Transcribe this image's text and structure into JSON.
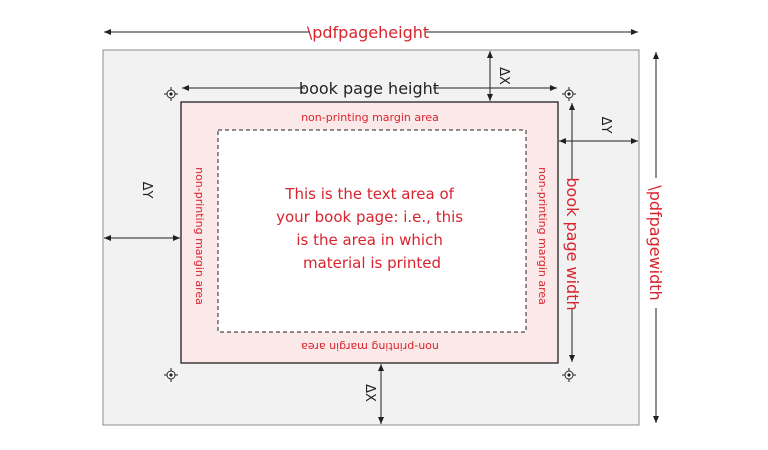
{
  "labels": {
    "pdf_page_height": "\\pdfpageheight",
    "pdf_page_width": "\\pdfpagewidth",
    "book_page_height": "book page height",
    "book_page_width": "book page width",
    "margin_top": "non-printing margin area",
    "margin_bottom": "non-printing margin area",
    "margin_left": "non-printing margin area",
    "margin_right": "non-printing margin area",
    "delta_x_top": "ΔX",
    "delta_x_bottom": "ΔX",
    "delta_y_left": "ΔY",
    "delta_y_right": "ΔY"
  },
  "text_area": {
    "lines": [
      "This is the text area of",
      "your book page: i.e., this",
      "is the area in which",
      "material is printed"
    ]
  },
  "colors": {
    "red": "#d9232d",
    "dark": "#231f20",
    "outer_page_fill": "#f2f2f2",
    "outer_page_stroke": "#8c8c8c",
    "margin_fill": "#fbe9e9",
    "text_area_fill": "#ffffff"
  },
  "icons": {
    "crop_mark": "registration-crosshair"
  }
}
